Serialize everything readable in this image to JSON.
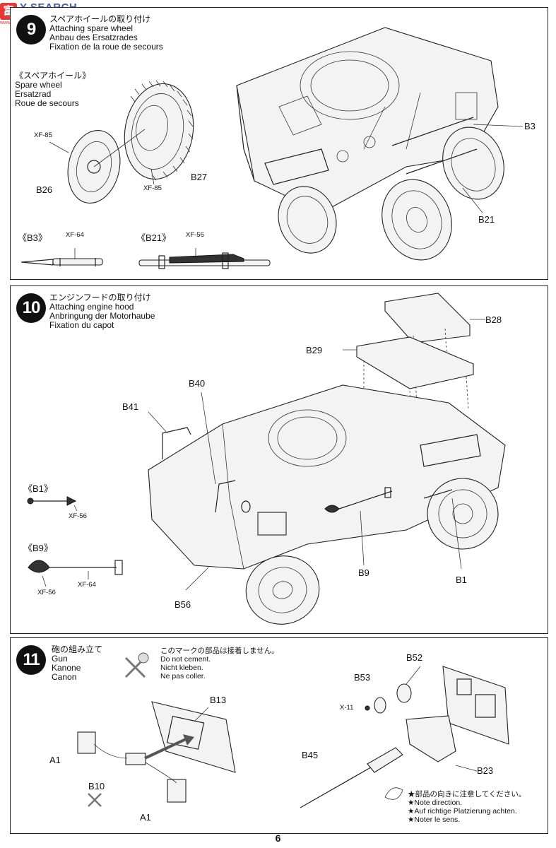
{
  "watermark": {
    "badge": "富",
    "text": "Y  SEARCH",
    "site": "www.hobbysearch.com"
  },
  "step9": {
    "number": "9",
    "title_jp": "スペアホイールの取り付け",
    "title_en": "Attaching spare wheel",
    "title_de": "Anbau des Ersatzrades",
    "title_fr": "Fixation de la roue de secours",
    "sub_jp": "《スペアホイール》",
    "sub_en": "Spare wheel",
    "sub_de": "Ersatzrad",
    "sub_fr": "Roue de secours",
    "paint1": "XF-85",
    "paint2": "XF-85",
    "part_b26": "B26",
    "part_b27": "B27",
    "part_b3": "B3",
    "part_b21": "B21",
    "detail_b3": "《B3》",
    "detail_b3_paint": "XF-64",
    "detail_b21": "《B21》",
    "detail_b21_paint": "XF-56"
  },
  "step10": {
    "number": "10",
    "title_jp": "エンジンフードの取り付け",
    "title_en": "Attaching engine hood",
    "title_de": "Anbringung der Motorhaube",
    "title_fr": "Fixation du capot",
    "part_b28": "B28",
    "part_b29": "B29",
    "part_b40": "B40",
    "part_b41": "B41",
    "part_b9": "B9",
    "part_b1": "B1",
    "part_b56": "B56",
    "detail_b1": "《B1》",
    "detail_b1_paint": "XF-56",
    "detail_b9": "《B9》",
    "detail_b9_paint1": "XF-56",
    "detail_b9_paint2": "XF-64"
  },
  "step11": {
    "number": "11",
    "title_jp": "砲の組み立て",
    "title_en": "Gun",
    "title_de": "Kanone",
    "title_fr": "Canon",
    "nocement_jp": "このマークの部品は接着しません。",
    "nocement_en": "Do not cement.",
    "nocement_de": "Nicht kleben.",
    "nocement_fr": "Ne pas coller.",
    "part_b13": "B13",
    "part_a1_top": "A1",
    "part_a1_bottom": "A1",
    "part_b10": "B10",
    "part_b52": "B52",
    "part_b53": "B53",
    "part_b45": "B45",
    "part_b23": "B23",
    "paint_x11": "X-11",
    "direction_jp": "★部品の向きに注意してください。",
    "direction_en": "★Note direction.",
    "direction_de": "★Auf richtige Platzierung achten.",
    "direction_fr": "★Noter le sens."
  },
  "page_number": "6"
}
